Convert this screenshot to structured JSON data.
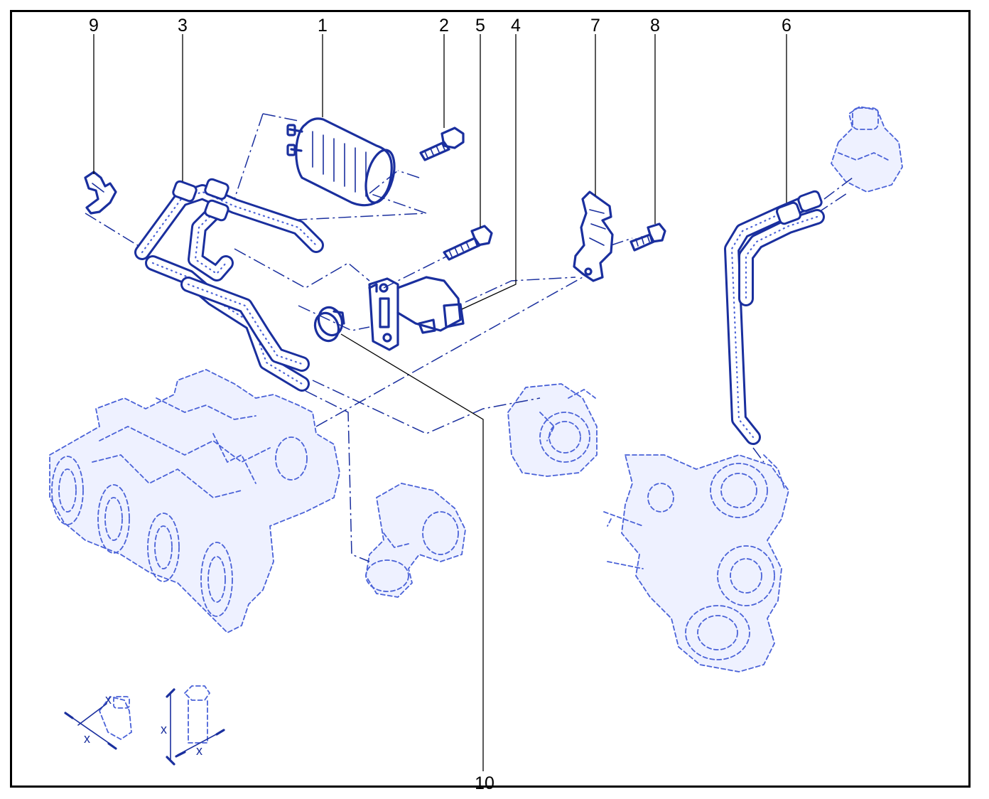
{
  "callouts": [
    {
      "id": "9",
      "text": "9"
    },
    {
      "id": "3",
      "text": "3"
    },
    {
      "id": "1",
      "text": "1"
    },
    {
      "id": "2",
      "text": "2"
    },
    {
      "id": "5",
      "text": "5"
    },
    {
      "id": "4",
      "text": "4"
    },
    {
      "id": "7",
      "text": "7"
    },
    {
      "id": "8",
      "text": "8"
    },
    {
      "id": "6",
      "text": "6"
    },
    {
      "id": "10",
      "text": "10"
    }
  ],
  "dimension_labels": {
    "clamp_x1": "x",
    "clamp_x2": "x",
    "bolt_x1": "x",
    "bolt_x2": "x"
  },
  "colors": {
    "ink": "#1a2f9e",
    "ghost": "#4a62d8",
    "frame": "#000000",
    "background": "#ffffff"
  }
}
